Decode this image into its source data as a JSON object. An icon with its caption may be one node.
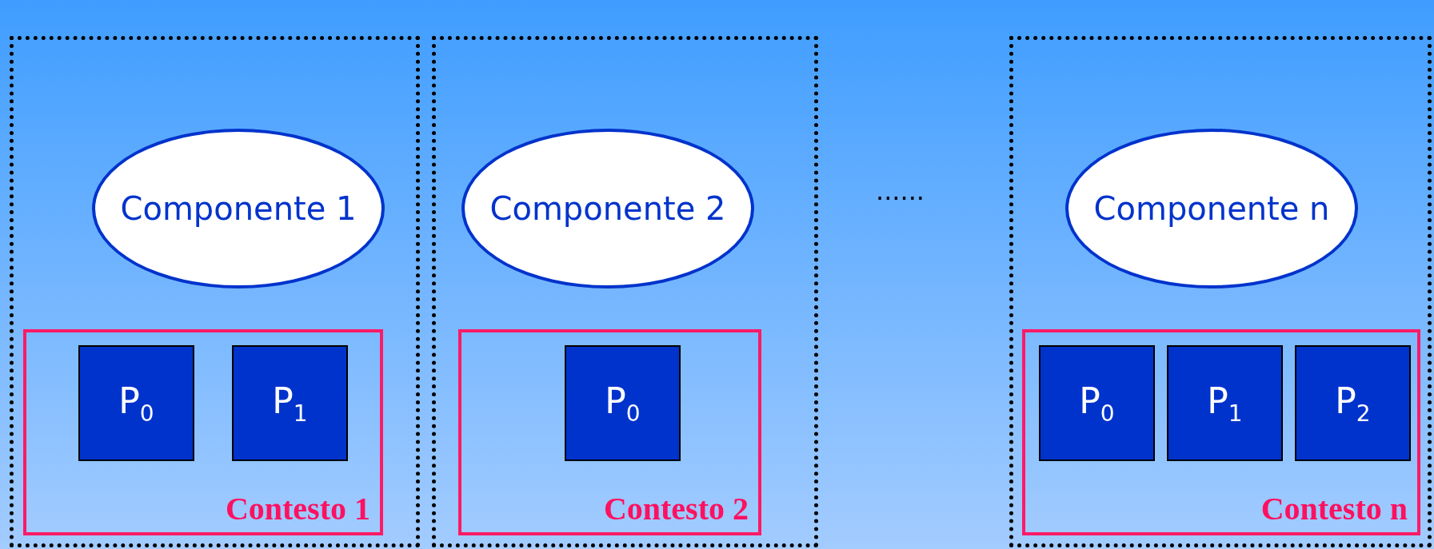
{
  "diagram": {
    "nodes": [
      {
        "text": [],
        "shape": "box"
      },
      {
        "text": [
          "Componente 1"
        ],
        "in": 0
      },
      {
        "text": [
          "Contesto 1"
        ],
        "in": 0
      },
      {
        "text": [
          "P$_{0}$"
        ],
        "in": 2
      },
      {
        "text": [
          "P$_{1}$"
        ],
        "in": 2
      },
      {
        "text": [],
        "shape": "box"
      },
      {
        "text": [
          "Componente 2"
        ],
        "in": 5
      },
      {
        "text": [
          "Contesto 2"
        ],
        "in": 5
      },
      {
        "text": [
          "P$_{0}$"
        ],
        "in": 7
      },
      {
        "text": [],
        "shape": "box"
      },
      {
        "text": [
          "Componente n"
        ],
        "in": 9
      },
      {
        "text": [
          "Contesto n"
        ],
        "in": 9
      },
      {
        "text": [
          "P$_{0}$"
        ],
        "in": 11
      },
      {
        "text": [
          "P$_{1}$"
        ],
        "in": 11
      },
      {
        "text": [
          "P$_{2}$"
        ],
        "in": 11
      }
    ],
    "edges": [],
    "labels": [
      "......"
    ]
  }
}
